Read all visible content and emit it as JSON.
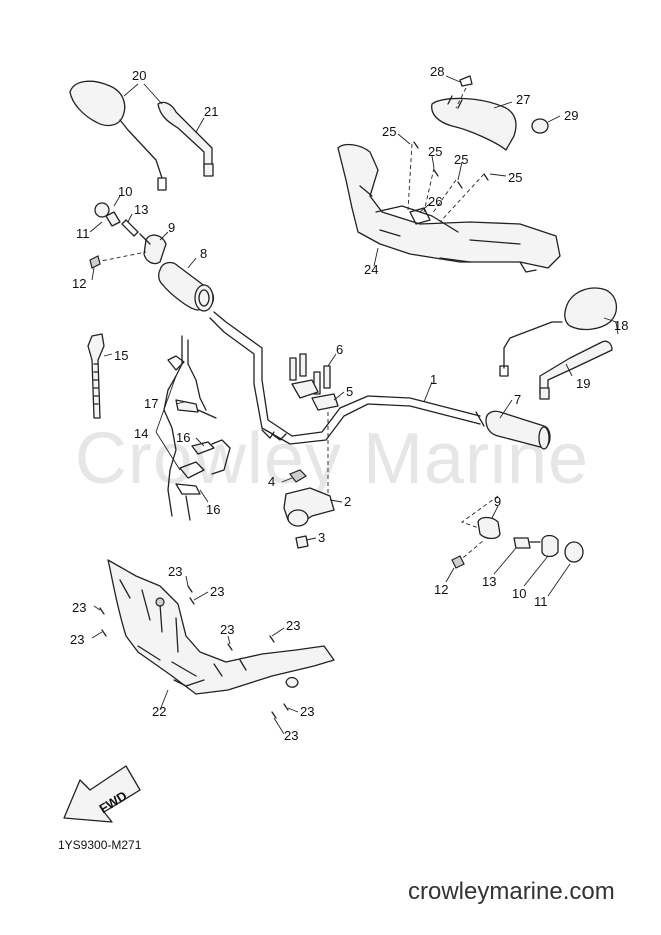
{
  "watermark": "Crowley Marine",
  "diagram_code": "1YS9300-M271",
  "site_footer": "crowleymarine.com",
  "fwd_label": "FWD",
  "callouts": [
    {
      "id": "c1",
      "text": "1"
    },
    {
      "id": "c2",
      "text": "2"
    },
    {
      "id": "c3",
      "text": "3"
    },
    {
      "id": "c4",
      "text": "4"
    },
    {
      "id": "c5",
      "text": "5"
    },
    {
      "id": "c6",
      "text": "6"
    },
    {
      "id": "c7",
      "text": "7"
    },
    {
      "id": "c8",
      "text": "8"
    },
    {
      "id": "c9a",
      "text": "9"
    },
    {
      "id": "c9b",
      "text": "9"
    },
    {
      "id": "c10a",
      "text": "10"
    },
    {
      "id": "c10b",
      "text": "10"
    },
    {
      "id": "c11a",
      "text": "11"
    },
    {
      "id": "c11b",
      "text": "11"
    },
    {
      "id": "c12a",
      "text": "12"
    },
    {
      "id": "c12b",
      "text": "12"
    },
    {
      "id": "c13a",
      "text": "13"
    },
    {
      "id": "c13b",
      "text": "13"
    },
    {
      "id": "c14",
      "text": "14"
    },
    {
      "id": "c15",
      "text": "15"
    },
    {
      "id": "c16a",
      "text": "16"
    },
    {
      "id": "c16b",
      "text": "16"
    },
    {
      "id": "c17",
      "text": "17"
    },
    {
      "id": "c18",
      "text": "18"
    },
    {
      "id": "c19",
      "text": "19"
    },
    {
      "id": "c20",
      "text": "20"
    },
    {
      "id": "c21",
      "text": "21"
    },
    {
      "id": "c22",
      "text": "22"
    },
    {
      "id": "c23a",
      "text": "23"
    },
    {
      "id": "c23b",
      "text": "23"
    },
    {
      "id": "c23c",
      "text": "23"
    },
    {
      "id": "c23d",
      "text": "23"
    },
    {
      "id": "c23e",
      "text": "23"
    },
    {
      "id": "c23f",
      "text": "23"
    },
    {
      "id": "c23g",
      "text": "23"
    },
    {
      "id": "c23h",
      "text": "23"
    },
    {
      "id": "c24",
      "text": "24"
    },
    {
      "id": "c25a",
      "text": "25"
    },
    {
      "id": "c25b",
      "text": "25"
    },
    {
      "id": "c25c",
      "text": "25"
    },
    {
      "id": "c25d",
      "text": "25"
    },
    {
      "id": "c26",
      "text": "26"
    },
    {
      "id": "c27",
      "text": "27"
    },
    {
      "id": "c28",
      "text": "28"
    },
    {
      "id": "c29",
      "text": "29"
    }
  ]
}
